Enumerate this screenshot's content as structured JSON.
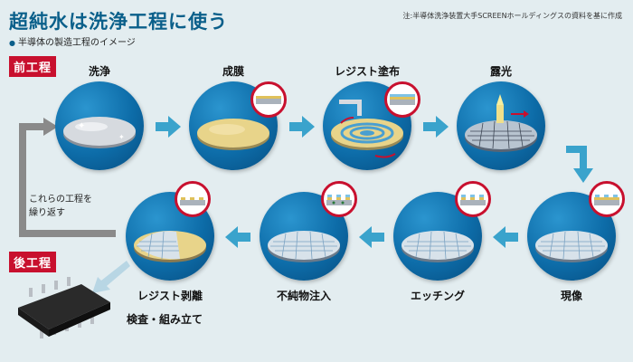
{
  "title": "超純水は洗浄工程に使う",
  "subtitle": "半導体の製造工程のイメージ",
  "source": "注:半導体洗浄装置大手SCREENホールディングスの資料を基に作成",
  "sections": {
    "front": "前工程",
    "back": "後工程"
  },
  "steps": [
    {
      "id": "wash",
      "label": "洗浄"
    },
    {
      "id": "film",
      "label": "成膜"
    },
    {
      "id": "resist-coat",
      "label": "レジスト塗布"
    },
    {
      "id": "exposure",
      "label": "露光"
    },
    {
      "id": "develop",
      "label": "現像"
    },
    {
      "id": "etching",
      "label": "エッチング"
    },
    {
      "id": "implant",
      "label": "不純物注入"
    },
    {
      "id": "resist-strip",
      "label": "レジスト剥離"
    }
  ],
  "loop_note": {
    "line1": "これらの工程を",
    "line2": "繰り返す"
  },
  "final_step": "検査・組み立て",
  "colors": {
    "title": "#0a5f8a",
    "section_tag": "#c8102e",
    "disk": "#0d6ca8",
    "arrow": "#3aa3cc",
    "loop_line": "#8a8a8a"
  }
}
